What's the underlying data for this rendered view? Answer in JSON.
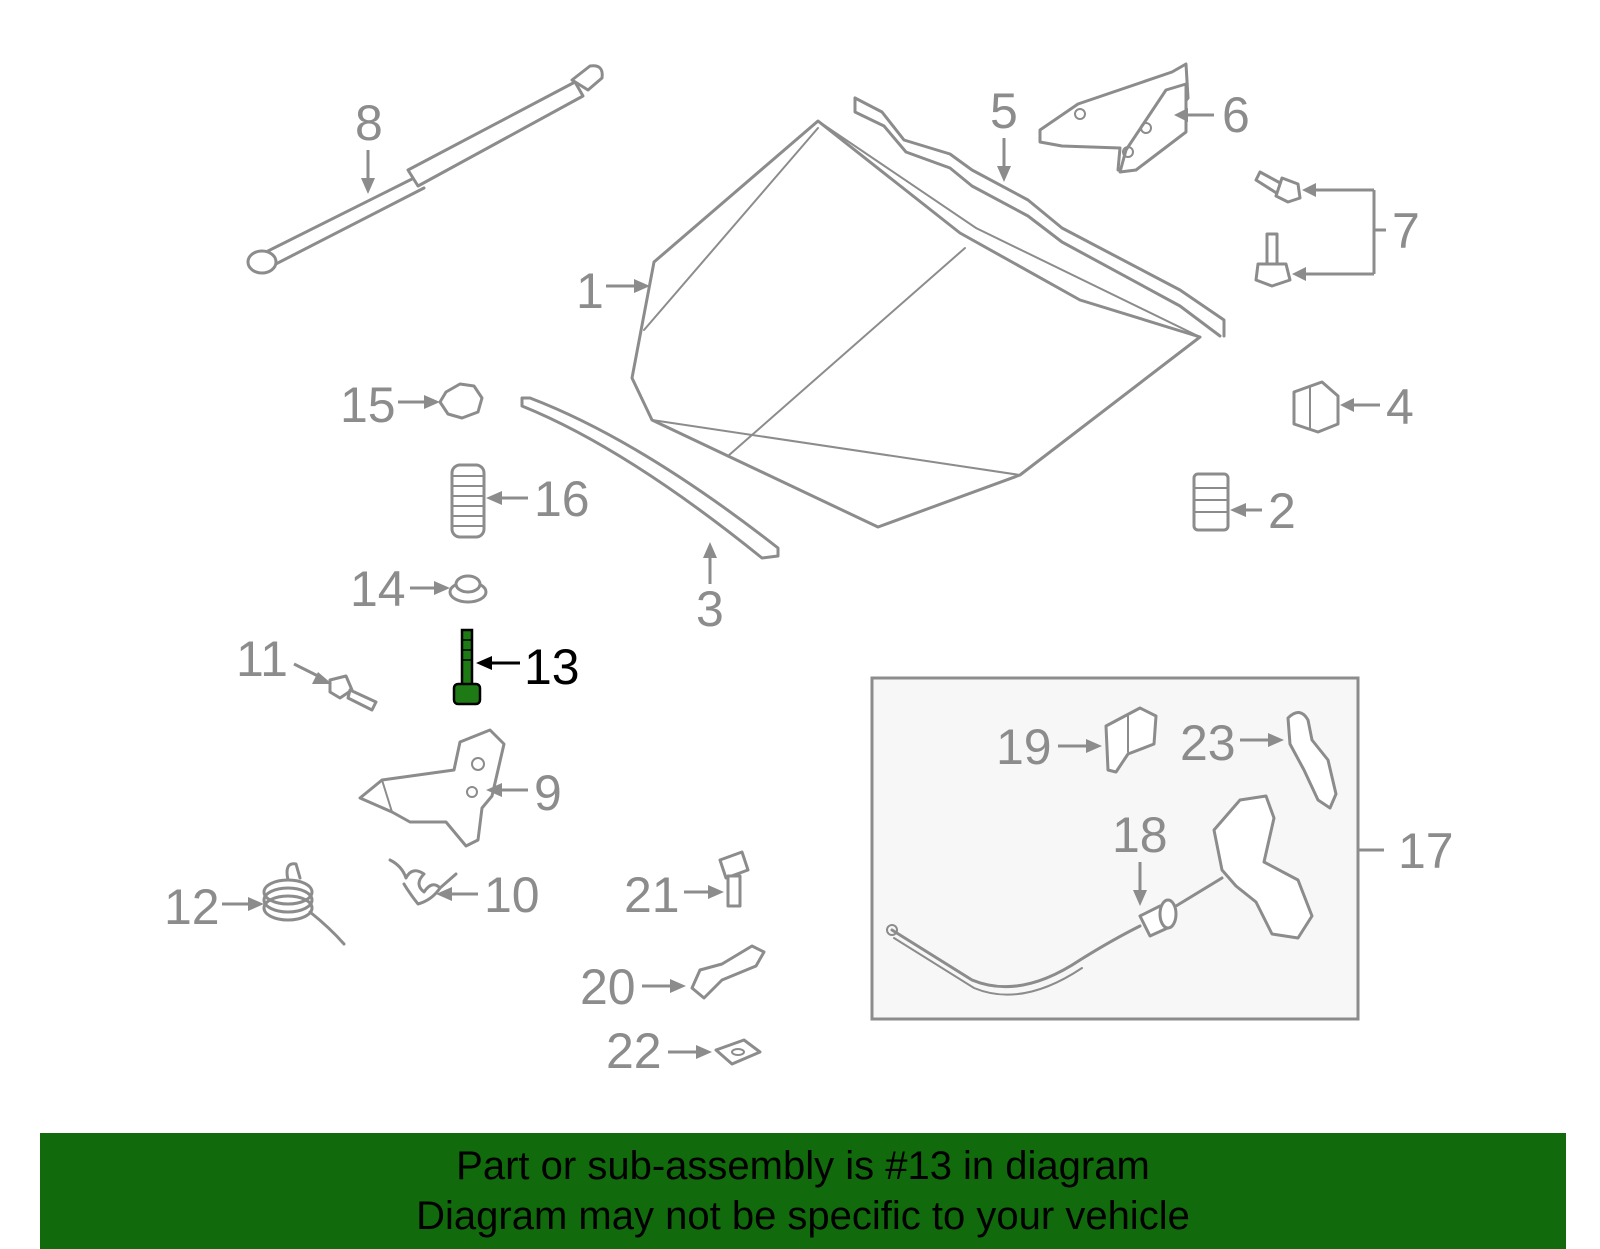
{
  "diagram": {
    "callouts": [
      {
        "number": "1",
        "part": "hood"
      },
      {
        "number": "2",
        "part": "bumper"
      },
      {
        "number": "3",
        "part": "seal"
      },
      {
        "number": "4",
        "part": "clip"
      },
      {
        "number": "5",
        "part": "weatherstrip"
      },
      {
        "number": "6",
        "part": "hinge"
      },
      {
        "number": "7",
        "part": "bolts"
      },
      {
        "number": "8",
        "part": "lift-support"
      },
      {
        "number": "9",
        "part": "lock-bracket"
      },
      {
        "number": "10",
        "part": "spring"
      },
      {
        "number": "11",
        "part": "bolt"
      },
      {
        "number": "12",
        "part": "torsion-spring"
      },
      {
        "number": "13",
        "part": "bolt"
      },
      {
        "number": "14",
        "part": "washer"
      },
      {
        "number": "15",
        "part": "nut"
      },
      {
        "number": "16",
        "part": "coil-spring"
      },
      {
        "number": "17",
        "part": "release-cable-assembly"
      },
      {
        "number": "18",
        "part": "release-cable"
      },
      {
        "number": "19",
        "part": "handle-bracket"
      },
      {
        "number": "20",
        "part": "cable-bracket"
      },
      {
        "number": "21",
        "part": "bolt"
      },
      {
        "number": "22",
        "part": "clip-nut"
      },
      {
        "number": "23",
        "part": "release-handle"
      }
    ],
    "highlighted": "13",
    "colors": {
      "line": "#8c8c8c",
      "highlight_fill": "#1e7a14",
      "highlight_text": "#000000",
      "inset_bg": "#f7f7f7"
    }
  },
  "banner": {
    "line1": "Part or sub-assembly is #13 in diagram",
    "line2": "Diagram may not be specific to your vehicle",
    "background": "#116a0b"
  }
}
